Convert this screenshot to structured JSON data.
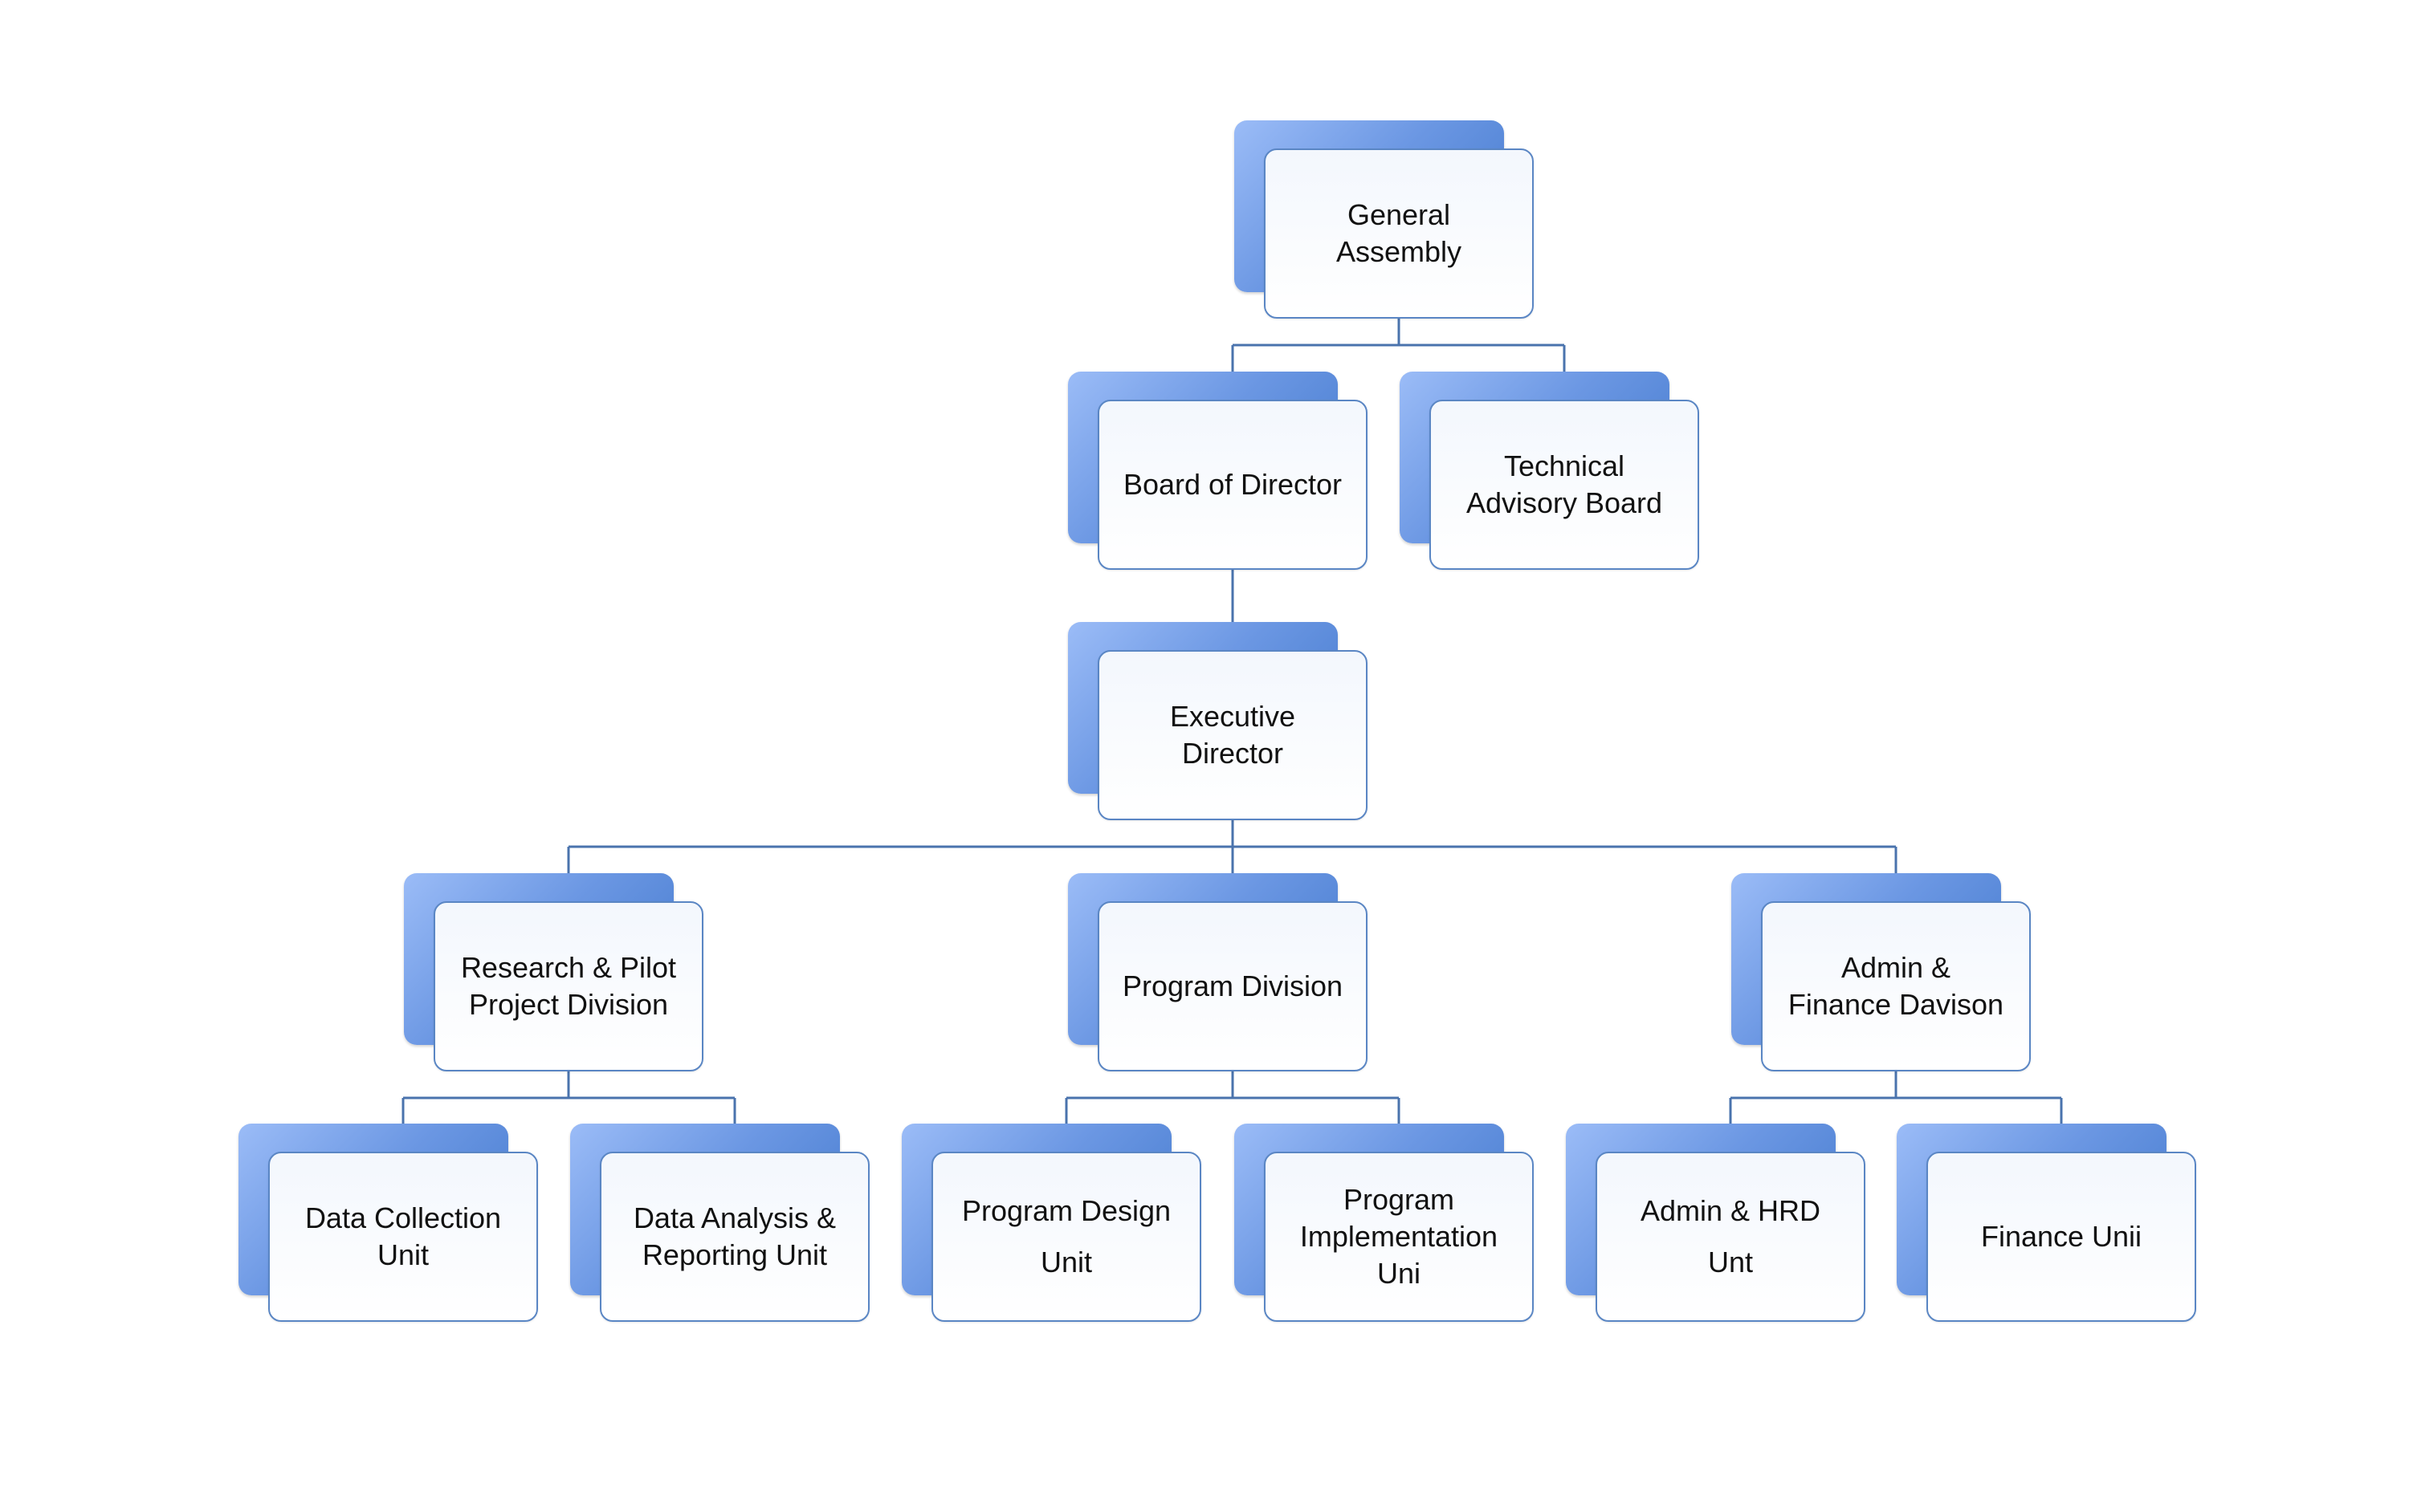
{
  "org_chart": {
    "colors": {
      "connector": "#4a73ad",
      "box_border": "#5a86c4",
      "box_back_light": "#9bbcf7",
      "box_back_dark": "#3f76cb"
    },
    "nodes": [
      {
        "id": "general-assembly",
        "label": "General\nAssembly"
      },
      {
        "id": "board-of-director",
        "label": "Board of Director"
      },
      {
        "id": "technical-advisory-board",
        "label": "Technical\nAdvisory Board"
      },
      {
        "id": "executive-director",
        "label": "Executive\nDirector"
      },
      {
        "id": "research-pilot-project-division",
        "label": "Research & Pilot\nProject Division"
      },
      {
        "id": "program-division",
        "label": "Program Division"
      },
      {
        "id": "admin-finance-davison",
        "label": "Admin &\nFinance Davison"
      },
      {
        "id": "data-collection-unit",
        "label": "Data Collection\nUnit"
      },
      {
        "id": "data-analysis-reporting-unit",
        "label": "Data Analysis &\nReporting Unit"
      },
      {
        "id": "program-design-unit",
        "label": "Program Design\nUnit"
      },
      {
        "id": "program-implementation-uni",
        "label": "Program\nImplementation\nUni"
      },
      {
        "id": "admin-hrd-unt",
        "label": "Admin & HRD\nUnt"
      },
      {
        "id": "finance-unii",
        "label": "Finance Unii"
      }
    ],
    "edges": [
      {
        "from": "general-assembly",
        "to": "board-of-director"
      },
      {
        "from": "general-assembly",
        "to": "technical-advisory-board"
      },
      {
        "from": "board-of-director",
        "to": "executive-director"
      },
      {
        "from": "executive-director",
        "to": "research-pilot-project-division"
      },
      {
        "from": "executive-director",
        "to": "program-division"
      },
      {
        "from": "executive-director",
        "to": "admin-finance-davison"
      },
      {
        "from": "research-pilot-project-division",
        "to": "data-collection-unit"
      },
      {
        "from": "research-pilot-project-division",
        "to": "data-analysis-reporting-unit"
      },
      {
        "from": "program-division",
        "to": "program-design-unit"
      },
      {
        "from": "program-division",
        "to": "program-implementation-uni"
      },
      {
        "from": "admin-finance-davison",
        "to": "admin-hrd-unt"
      },
      {
        "from": "admin-finance-davison",
        "to": "finance-unii"
      }
    ]
  }
}
